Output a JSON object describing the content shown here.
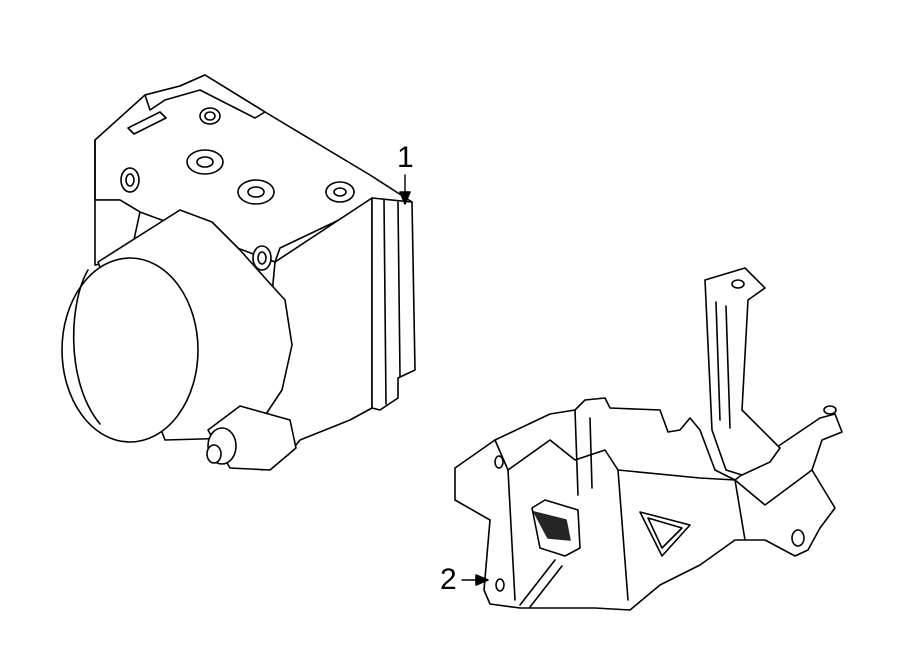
{
  "diagram": {
    "callouts": [
      {
        "number": "1",
        "part": "abs-modulator-assembly"
      },
      {
        "number": "2",
        "part": "mounting-bracket"
      }
    ],
    "colors": {
      "background": "#ffffff",
      "line": "#000000"
    }
  }
}
